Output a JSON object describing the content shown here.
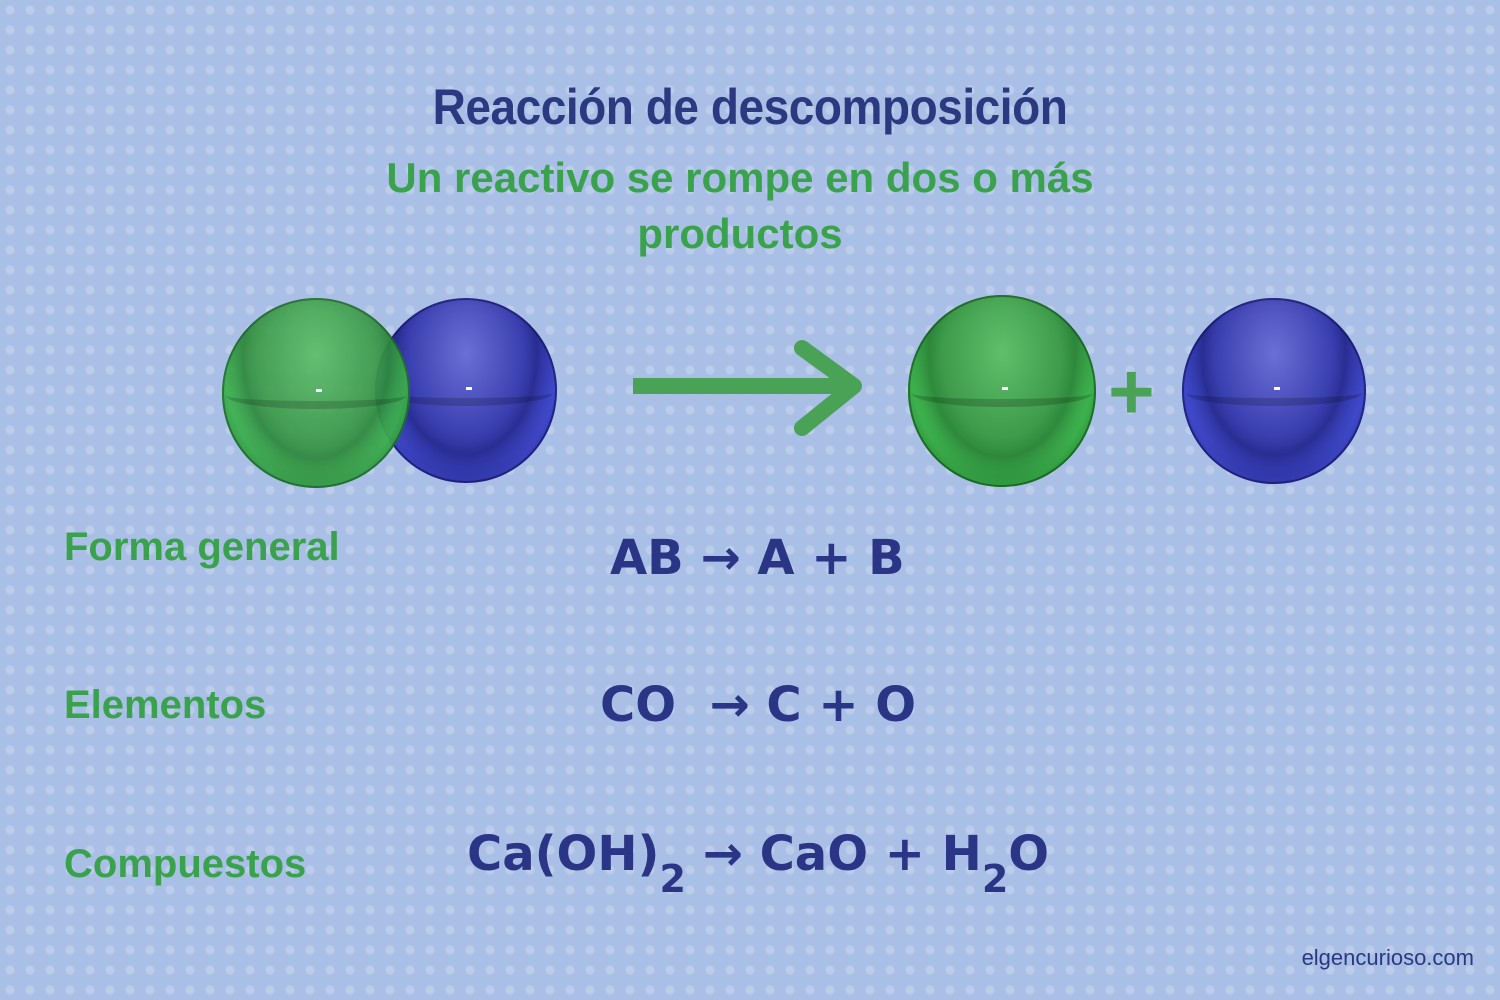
{
  "title": "Reacción de descomposición",
  "subtitle": "Un reactivo se rompe en dos o más productos",
  "diagram": {
    "reactant": [
      "green-sphere",
      "blue-sphere"
    ],
    "arrow": "right-arrow",
    "products": [
      "green-sphere",
      "plus",
      "blue-sphere"
    ],
    "plus_symbol": "+",
    "colors": {
      "green": "#3aa24c",
      "blue": "#3a42c8",
      "title": "#2b3a80",
      "background": "#a9bfe6"
    }
  },
  "rows": [
    {
      "label": "Forma general",
      "equation": {
        "lhs": "AB",
        "arrow": "→",
        "rhs": "A + B"
      }
    },
    {
      "label": "Elementos",
      "equation": {
        "lhs": "CO",
        "arrow": "→",
        "rhs": "C + O"
      }
    },
    {
      "label": "Compuestos",
      "equation": {
        "lhs_main": "Ca(OH)",
        "lhs_sub": "2",
        "arrow": "→",
        "rhs_a": "CaO + H",
        "rhs_sub": "2",
        "rhs_b": "O"
      }
    }
  ],
  "footer": "elgencurioso.com"
}
